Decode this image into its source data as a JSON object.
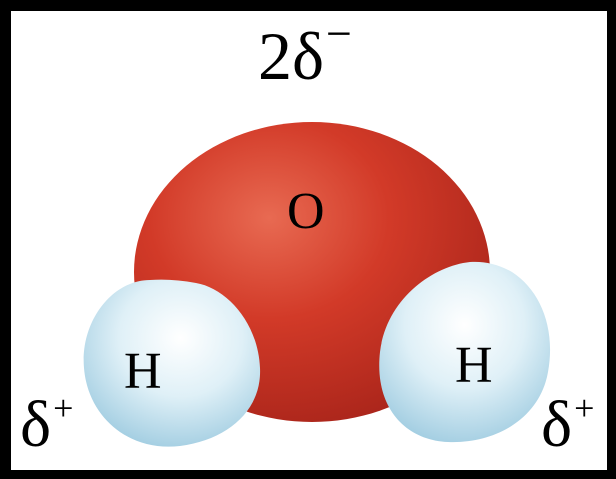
{
  "atoms": {
    "oxygen": {
      "symbol": "O"
    },
    "hydrogen_left": {
      "symbol": "H"
    },
    "hydrogen_right": {
      "symbol": "H"
    }
  },
  "charges": {
    "oxygen": {
      "base": "2δ",
      "sign": "−"
    },
    "hydrogen_left": {
      "base": "δ",
      "sign": "+"
    },
    "hydrogen_right": {
      "base": "δ",
      "sign": "+"
    }
  },
  "colors": {
    "oxygen": "#d23a28",
    "hydrogen": "#cfe8f2",
    "frame": "#000000",
    "background": "#ffffff"
  }
}
